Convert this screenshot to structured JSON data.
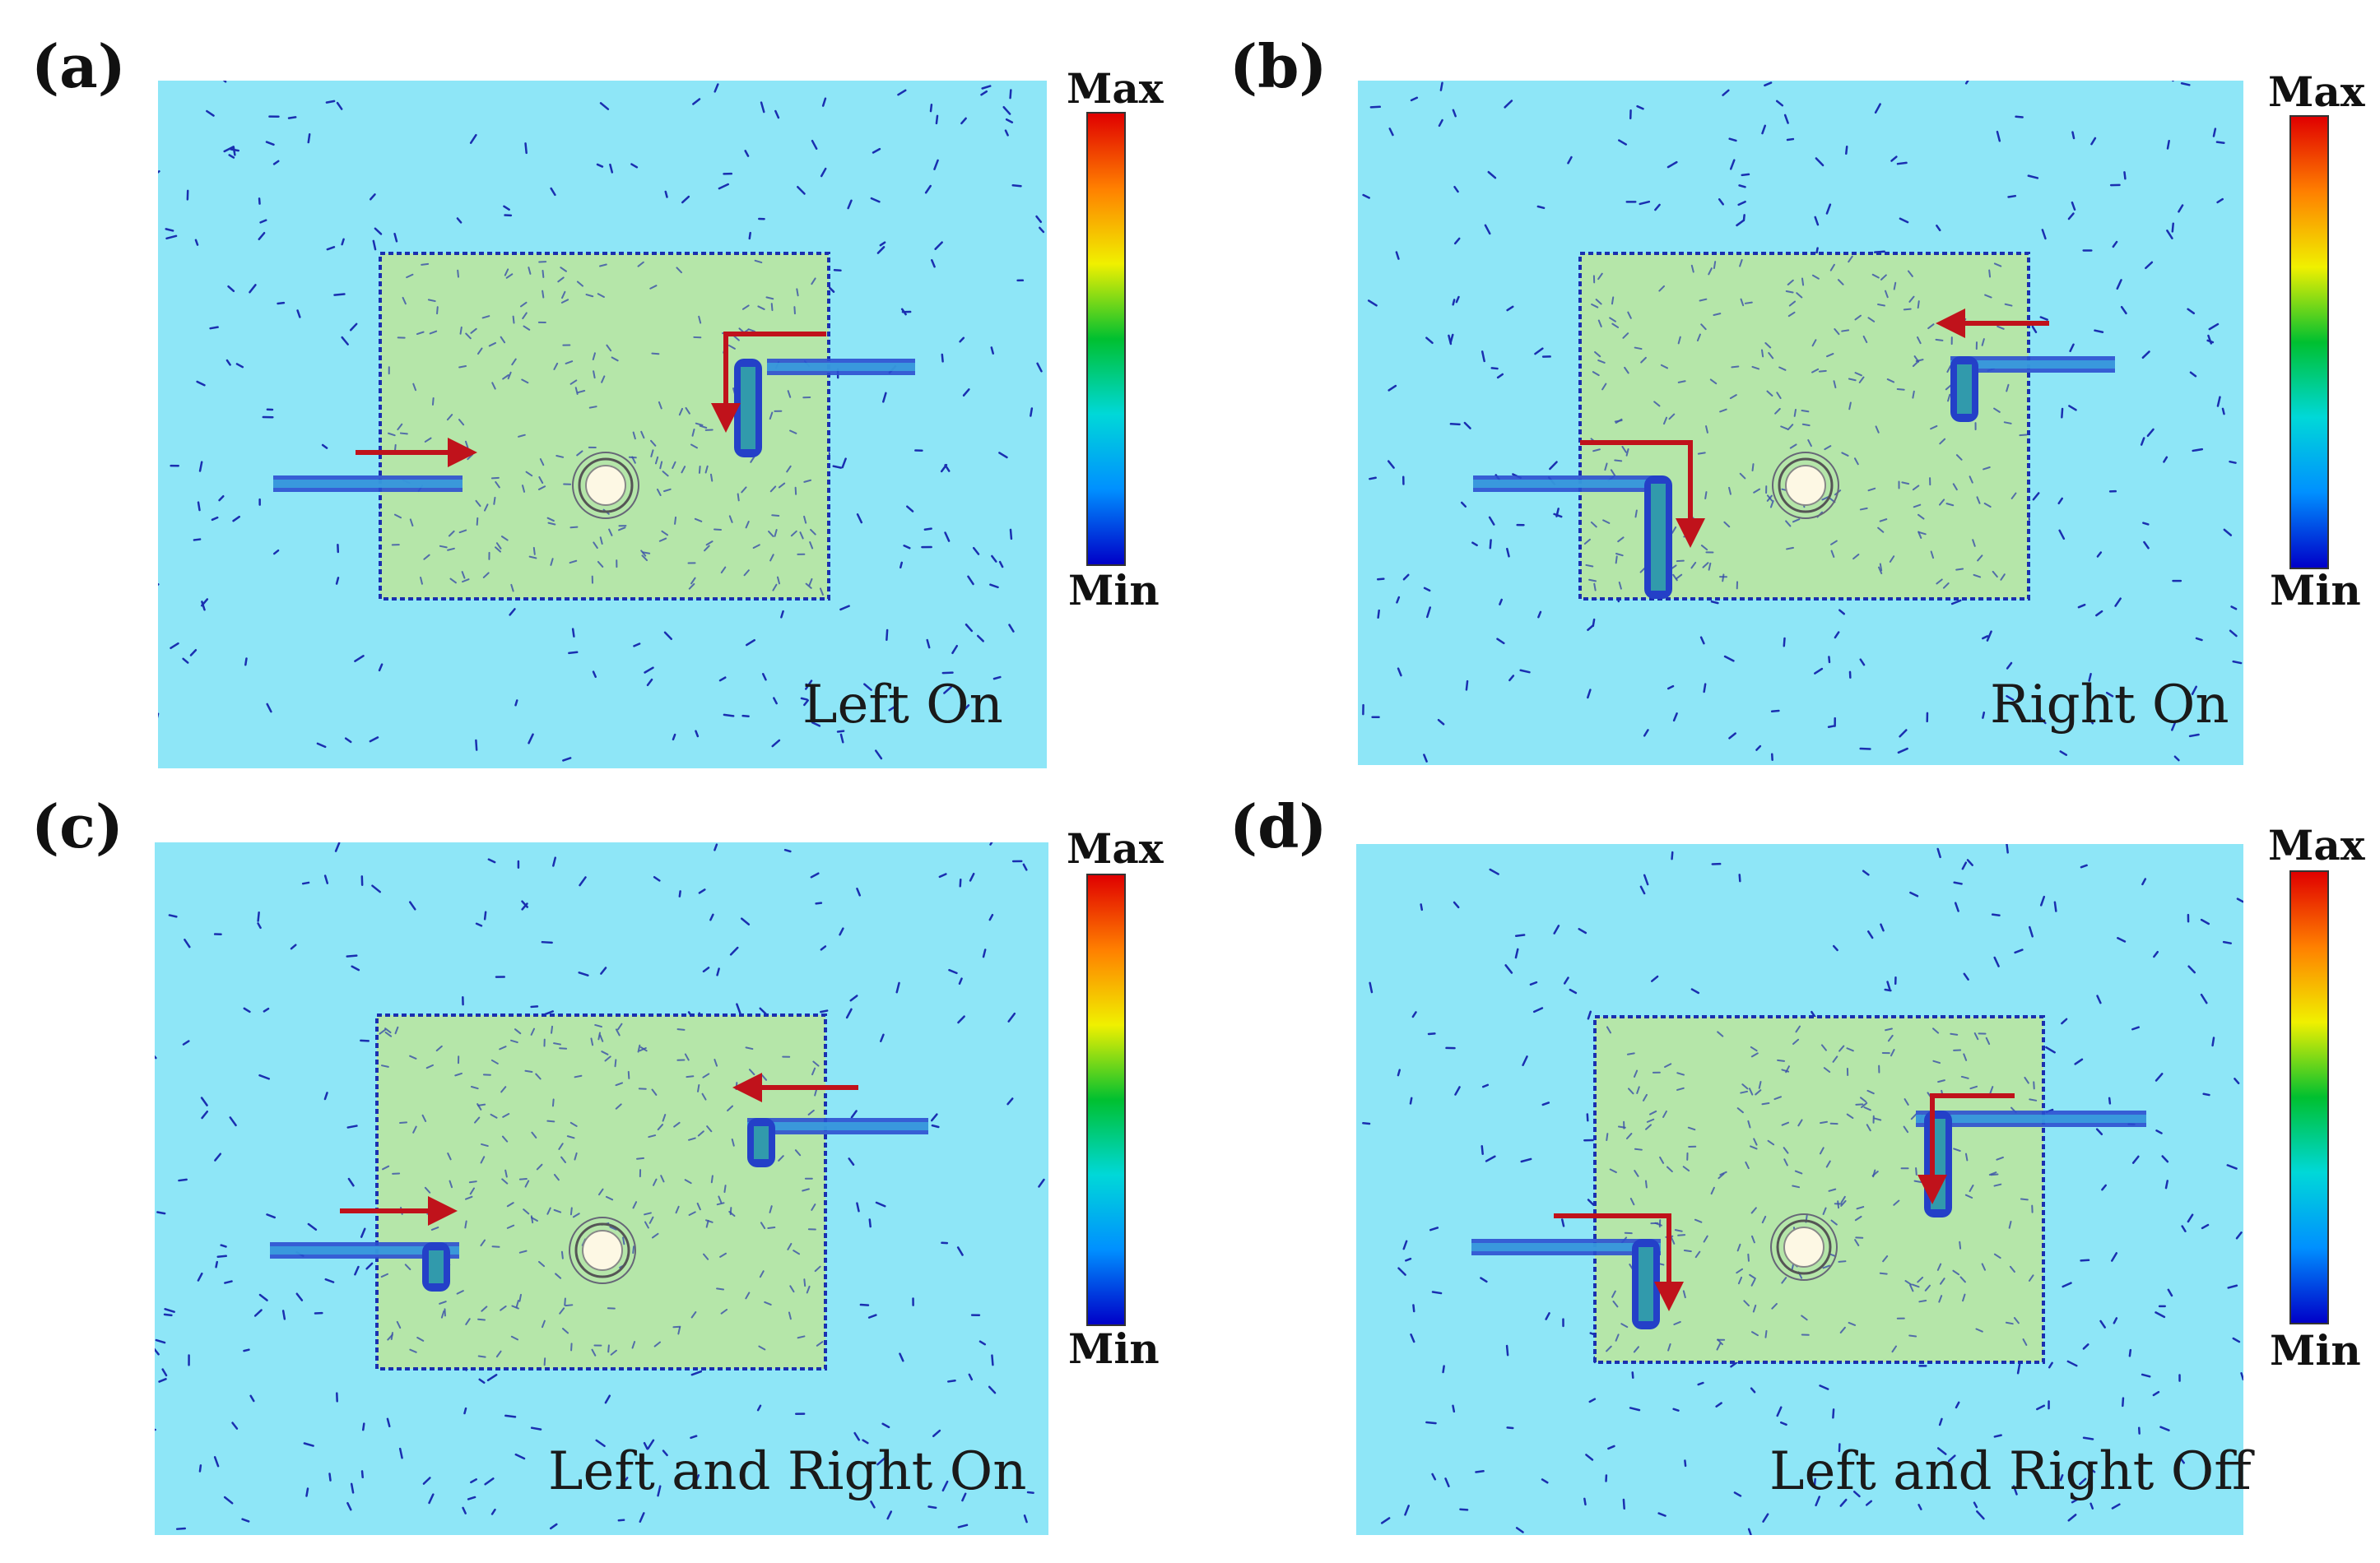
{
  "panels": [
    {
      "letter": "(a)",
      "caption": "Left On",
      "max_label": "Max",
      "min_label": "Min"
    },
    {
      "letter": "(b)",
      "caption": "Right On",
      "max_label": "Max",
      "min_label": "Min"
    },
    {
      "letter": "(c)",
      "caption": "Left and Right On",
      "max_label": "Max",
      "min_label": "Min"
    },
    {
      "letter": "(d)",
      "caption": "Left and Right Off",
      "max_label": "Max",
      "min_label": "Min"
    }
  ],
  "colors": {
    "background": "#8ee6f7",
    "room": "#b5e6a9",
    "arrow": "#c0121b",
    "vector": "#1a2fb0",
    "colorbar": [
      "#0000c8",
      "#0090ff",
      "#00d8d8",
      "#00c030",
      "#f0f000",
      "#ff8000",
      "#e00000"
    ]
  }
}
